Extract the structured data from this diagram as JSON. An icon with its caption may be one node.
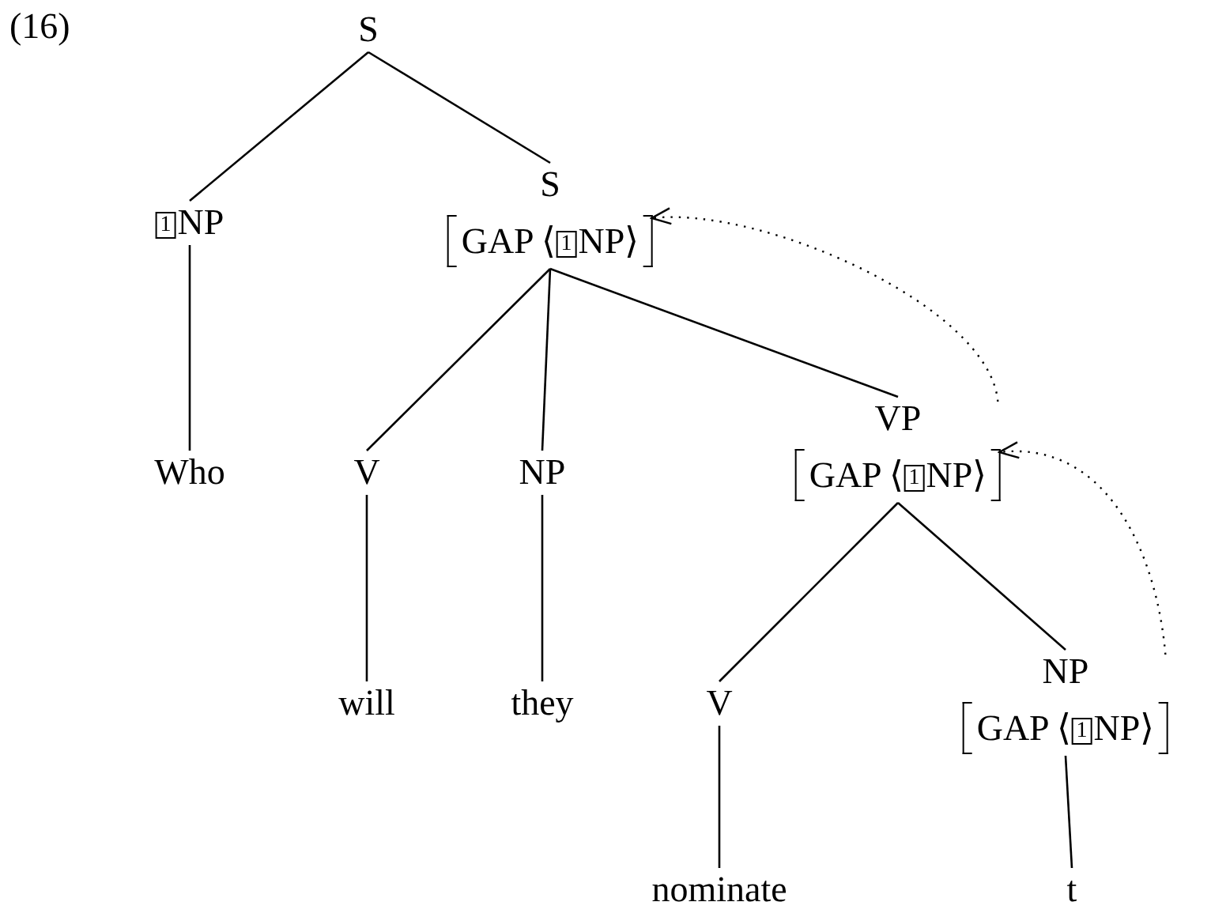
{
  "diagram": {
    "nodes": [
      {
        "text": [
          "S"
        ]
      },
      {
        "text": [
          "1NP"
        ]
      },
      {
        "text": [
          "S",
          "GAP ⟨1NP⟩"
        ]
      },
      {
        "text": [
          "Who"
        ]
      },
      {
        "text": [
          "V"
        ]
      },
      {
        "text": [
          "NP"
        ]
      },
      {
        "text": [
          "VP",
          "GAP ⟨1NP⟩"
        ]
      },
      {
        "text": [
          "will"
        ]
      },
      {
        "text": [
          "they"
        ]
      },
      {
        "text": [
          "V"
        ]
      },
      {
        "text": [
          "NP",
          "GAP ⟨1NP⟩"
        ]
      },
      {
        "text": [
          "nominate"
        ]
      },
      {
        "text": [
          "t"
        ]
      }
    ],
    "edges": [
      {
        "from": 0,
        "to": 1,
        "arrow": "none"
      },
      {
        "from": 0,
        "to": 2,
        "arrow": "none"
      },
      {
        "from": 1,
        "to": 3,
        "arrow": "none"
      },
      {
        "from": 2,
        "to": 4,
        "arrow": "none"
      },
      {
        "from": 2,
        "to": 5,
        "arrow": "none"
      },
      {
        "from": 2,
        "to": 6,
        "arrow": "none"
      },
      {
        "from": 4,
        "to": 7,
        "arrow": "none"
      },
      {
        "from": 5,
        "to": 8,
        "arrow": "none"
      },
      {
        "from": 6,
        "to": 9,
        "arrow": "none"
      },
      {
        "from": 6,
        "to": 10,
        "arrow": "none"
      },
      {
        "from": 9,
        "to": 11,
        "arrow": "none"
      },
      {
        "from": 10,
        "to": 12,
        "arrow": "none"
      },
      {
        "from": 10,
        "to": 6,
        "arrow": "to",
        "style": "dashed"
      },
      {
        "from": 6,
        "to": 2,
        "arrow": "to",
        "style": "dashed"
      }
    ],
    "labels": [
      "(16)"
    ]
  }
}
